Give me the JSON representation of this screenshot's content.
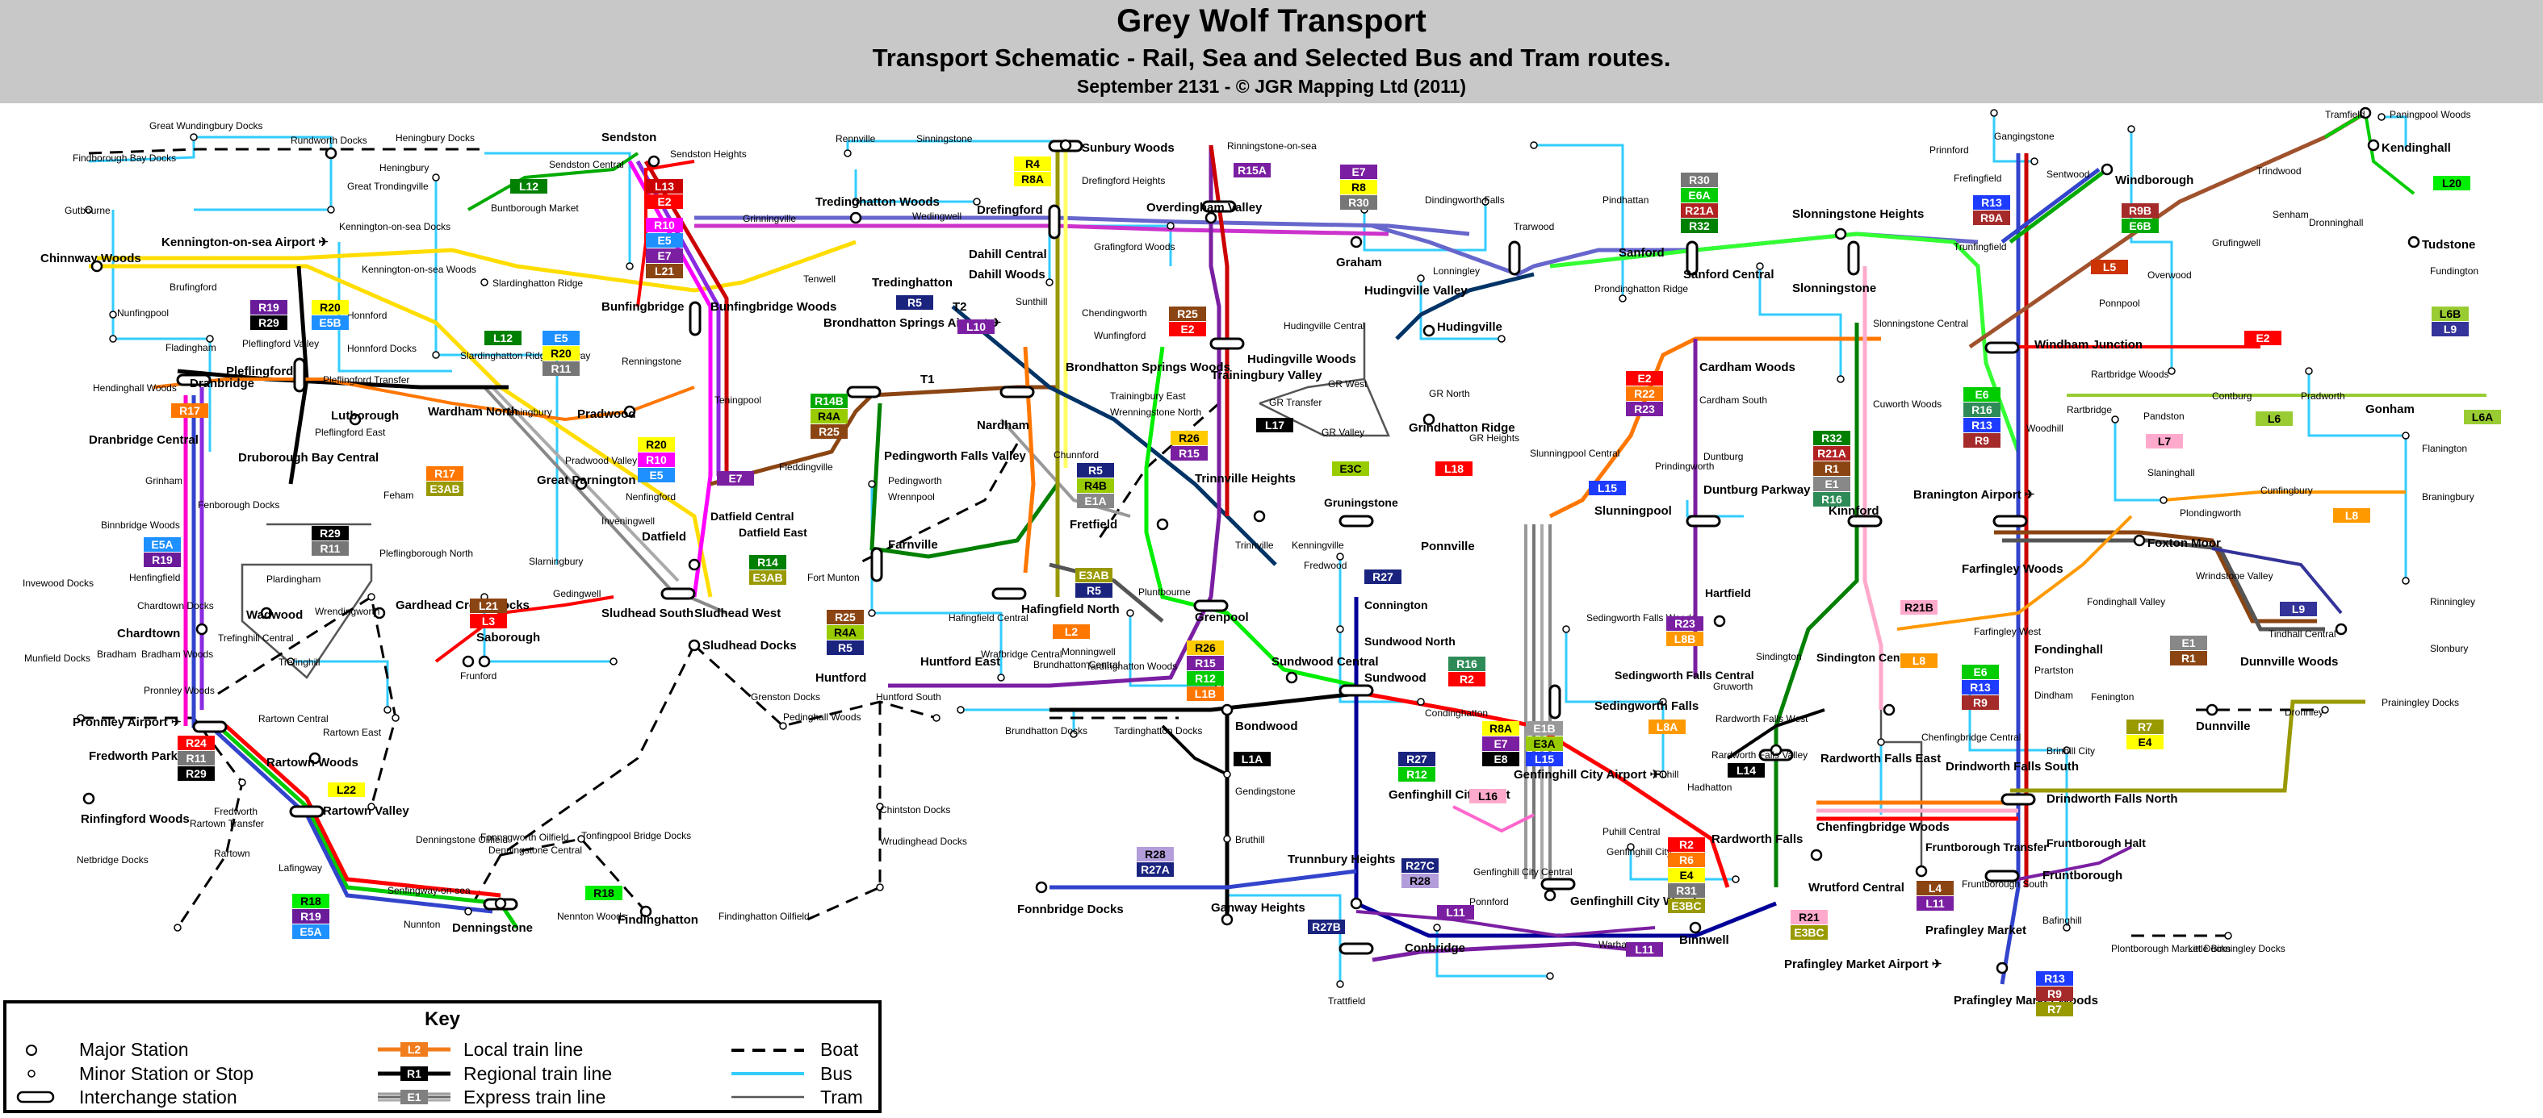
{
  "header": {
    "title": "Grey Wolf Transport",
    "subtitle": "Transport Schematic - Rail, Sea and Selected Bus and Tram routes.",
    "credit": "September 2131 - © JGR Mapping Ltd (2011)"
  },
  "colors": {
    "header_bg": "#c8c8c8",
    "local": "#f07c1c",
    "regional": "#000000",
    "express": "#808080",
    "bus": "#33ccff",
    "tram": "#555555",
    "boat": "#000000"
  },
  "stations_major": [
    "Chinnway Woods",
    "Kennington-on-sea Airport ✈",
    "Pleflingford",
    "Dranbridge",
    "Dranbridge Central",
    "Sendston",
    "Bunfingbridge",
    "Bunfingbridge Woods",
    "Tredinghatton Woods",
    "Tredinghatton",
    "Drefingford",
    "Dahill Central",
    "Dahill Woods",
    "Overdingham Valley",
    "Sunbury Woods",
    "Brondhatton Springs Airport ✈",
    "T1",
    "T2",
    "Brondhatton Springs Woods",
    "Nardham",
    "Pedingworth Falls Valley",
    "Trainingbury Valley",
    "Hudingville Woods",
    "Hudingville Valley",
    "Hudingville",
    "Graham",
    "Sanford",
    "Sanford Central",
    "Slonningstone Heights",
    "Slonningstone",
    "Windham Junction",
    "Windborough",
    "Kendinghall",
    "Tudstone",
    "Gonham",
    "Cardham Woods",
    "Grindhatton Ridge",
    "Slunningpool",
    "Duntburg Parkway",
    "Branington Airport ✈",
    "Kinnford",
    "Foxton Moor",
    "Farfingley Woods",
    "Fondinghall",
    "Dunnville Woods",
    "Dunnville",
    "Sludhead West",
    "Sludhead South",
    "Sludhead Docks",
    "Farnville",
    "Huntford",
    "Huntford East",
    "Hafingfield North",
    "Fretfield",
    "Trinnville Heights",
    "Grenpool",
    "Ponnville",
    "Sundwood Central",
    "Sundwood",
    "Bondwood",
    "Sedingworth Falls",
    "Rardworth Falls East",
    "Rardworth Falls",
    "Drindworth Falls South",
    "Drindworth Falls North",
    "Chenfingbridge Woods",
    "Wrutford Central",
    "Fruntborough",
    "Prafingley Market",
    "Prafingley Market Woods",
    "Prafingley Market Airport ✈",
    "Genfinghill City Airport ✈",
    "Genfinghill City Woods",
    "Genfinghill City West",
    "Trunnbury Heights",
    "Conbridge",
    "Binnwell",
    "Ganway Heights",
    "Fonnbridge Docks",
    "Findinghatton",
    "Denningstone",
    "Rartown Woods",
    "Rartown Valley",
    "Rinfingford Woods",
    "Fredworth Parkway",
    "Pronnley Airport ✈",
    "Chardtown",
    "Wadwood",
    "Gardhead Cross Docks",
    "Saborough",
    "Wardham North",
    "Lutborough",
    "Pradwood",
    "Druborough Bay Central",
    "Great Parnington",
    "Datfield"
  ],
  "stations_minor": [
    "Great Wundingbury Docks",
    "Rundworth Docks",
    "Heningbury Docks",
    "Findborough Bay Docks",
    "Gutbourne",
    "Kennington-on-sea Docks",
    "Kennington-on-sea Woods",
    "Heningbury",
    "Great Trondingville",
    "Buntborough Market",
    "Sendston Central",
    "Sendston Heights",
    "Slardinghatton Ridge",
    "Slardinghatton Ridge Parkway",
    "Honnford",
    "Honnford Docks",
    "Pleflingford Transfer",
    "Nunfingpool",
    "Brufingford",
    "Fladingham",
    "Hendinghall Woods",
    "Pleflingford Valley",
    "Pleflingford East",
    "Teningbury",
    "Renningstone",
    "Teningpool",
    "Grinningville",
    "Wedingwell",
    "Tenwell",
    "Rennville",
    "Sinningstone",
    "Drefingford Heights",
    "Grafingford Woods",
    "Sunthill",
    "Chendingworth",
    "Wunfingford",
    "Rinningstone-on-sea",
    "Dindingworth Falls",
    "Trarwood",
    "Pindhattan",
    "Lonningley",
    "Prondinghatton Ridge",
    "Tramfield",
    "Paningpool Woods",
    "Gangingstone",
    "Prinnford",
    "Sentwood",
    "Frefingfield",
    "Trunfingfield",
    "Trindwood",
    "Senham",
    "Dronninghall",
    "Grufingwell",
    "Overwood",
    "Ponnpool",
    "Fundington",
    "Rartbridge Woods",
    "Rartbridge",
    "Pandston",
    "Contburg",
    "Pradworth",
    "Woodhill",
    "Flanington",
    "Braningbury",
    "Slaninghall",
    "Cunfingbury",
    "Plondingworth",
    "Wrindstone Valley",
    "Rinningley",
    "Tindhall Central",
    "Slonbury",
    "Prainingley Docks",
    "Dronnley",
    "Fenington",
    "Dindham",
    "Prartston",
    "Brinhill City",
    "Fondinghall Valley",
    "Farfingley West",
    "Slonningstone Central",
    "Cuworth Woods",
    "Cardham South",
    "Duntburg",
    "Slunningpool Central",
    "Prindingworth",
    "GR North",
    "GR West",
    "GR Transfer",
    "GR Valley",
    "GR Heights",
    "Hudingville Central",
    "Trainingbury East",
    "Wrenningstone North",
    "Fleddingville",
    "Wrennpool",
    "Chunnford",
    "Pedingworth",
    "Trinnville",
    "Kenningville",
    "Fredwood",
    "Gruningstone",
    "Connington",
    "Sundwood North",
    "Condinghatton",
    "Sedingworth Falls Woods",
    "Sedingworth Falls Central",
    "Gruworth",
    "Sindington",
    "Sindington Central",
    "Hartfield",
    "Rardworth Falls West",
    "Rardworth Falls Valley",
    "Hadhatton",
    "Puhill",
    "Puhill Central",
    "Genfinghill City",
    "Genfinghill City Central",
    "Ponnford",
    "Warham",
    "Chenfingbridge Central",
    "Fruntborough Halt",
    "Fruntborough Transfer",
    "Fruntborough South",
    "Bafinghill",
    "Plontborough Market Docks",
    "Little Binningley Docks",
    "Gendingstone",
    "Bruthill",
    "Trattfield",
    "Chintston Docks",
    "Wrudinghead Docks",
    "Fonnsgworth Oilfield",
    "Findinghatton Oilfield",
    "Nennton Woods",
    "Tonfingpool Bridge Docks",
    "Denningstone Central",
    "Denningstone Oilfield",
    "Senfingway-on-sea",
    "Nunnton",
    "Lafingway",
    "Rartown",
    "Rartown Transfer",
    "Fredworth",
    "Netbridge Docks",
    "Rartown East",
    "Rartown Central",
    "Pronnley Woods",
    "Trefinghill",
    "Trefinghill Central",
    "Munfield Docks",
    "Bradham",
    "Bradham Woods",
    "Invewood Docks",
    "Chardtown Docks",
    "Binnbridge Woods",
    "Henfingfield",
    "Grinham",
    "Fenborough Docks",
    "Pleflingborough North",
    "Feham",
    "Plardingham",
    "Wrendingworth",
    "Slarningbury",
    "Frunford",
    "Gedingwell",
    "Pradwood Valley",
    "Nenfingford",
    "Inveningwell",
    "Datfield Central",
    "Datfield East",
    "Fort Munton",
    "Grenston Docks",
    "Pedinghall Woods",
    "Huntford South",
    "Hafingfield Central",
    "Wrafbridge Central",
    "Brundhatton Central",
    "Brundhatton Docks",
    "Monningwell",
    "Tardinghatton Woods",
    "Tardinghatton Docks",
    "Pluntbourne"
  ],
  "routes": {
    "bus_badges": [
      {
        "stack": [
          "R15A"
        ]
      },
      {
        "stack": [
          "E7",
          "R8",
          "R30"
        ]
      },
      {
        "stack": [
          "R30",
          "E6A",
          "R21A",
          "R32"
        ]
      },
      {
        "stack": [
          "R4",
          "R8A"
        ]
      },
      {
        "stack": [
          "L13",
          "E2"
        ]
      },
      {
        "stack": [
          "R10",
          "E5",
          "E7",
          "L21"
        ]
      },
      {
        "stack": [
          "L12"
        ]
      },
      {
        "stack": [
          "R19",
          "R29"
        ]
      },
      {
        "stack": [
          "R20",
          "E5B"
        ]
      },
      {
        "stack": [
          "E5",
          "R20",
          "R11"
        ]
      },
      {
        "stack": [
          "L12"
        ]
      },
      {
        "stack": [
          "R5"
        ]
      },
      {
        "stack": [
          "L10"
        ]
      },
      {
        "stack": [
          "R25",
          "E2"
        ]
      },
      {
        "stack": [
          "R14B",
          "R4A",
          "R25"
        ]
      },
      {
        "stack": [
          "R20",
          "R10",
          "E5"
        ]
      },
      {
        "stack": [
          "E7"
        ]
      },
      {
        "stack": [
          "R17",
          "E3AB"
        ]
      },
      {
        "stack": [
          "R17"
        ]
      },
      {
        "stack": [
          "R29",
          "R11"
        ]
      },
      {
        "stack": [
          "E5A",
          "R19"
        ]
      },
      {
        "stack": [
          "L21",
          "L3"
        ]
      },
      {
        "stack": [
          "R14",
          "E3AB"
        ]
      },
      {
        "stack": [
          "R25",
          "R4A",
          "R5"
        ]
      },
      {
        "stack": [
          "R5",
          "R4B",
          "E1A"
        ]
      },
      {
        "stack": [
          "R26",
          "R15"
        ]
      },
      {
        "stack": [
          "L17"
        ]
      },
      {
        "stack": [
          "E3C"
        ]
      },
      {
        "stack": [
          "L18"
        ]
      },
      {
        "stack": [
          "E2",
          "R22",
          "R23"
        ]
      },
      {
        "stack": [
          "L15"
        ]
      },
      {
        "stack": [
          "E3AB",
          "R5"
        ]
      },
      {
        "stack": [
          "L2"
        ]
      },
      {
        "stack": [
          "R26",
          "R15",
          "R12",
          "L1B"
        ]
      },
      {
        "stack": [
          "R27"
        ]
      },
      {
        "stack": [
          "R16",
          "R2"
        ]
      },
      {
        "stack": [
          "R23",
          "L8B"
        ]
      },
      {
        "stack": [
          "R32",
          "R21A",
          "R1",
          "E1",
          "R16"
        ]
      },
      {
        "stack": [
          "R13",
          "R9A"
        ]
      },
      {
        "stack": [
          "R9B",
          "E6B"
        ]
      },
      {
        "stack": [
          "L5"
        ]
      },
      {
        "stack": [
          "E2"
        ]
      },
      {
        "stack": [
          "E6",
          "R16",
          "R13",
          "R9"
        ]
      },
      {
        "stack": [
          "L7"
        ]
      },
      {
        "stack": [
          "L6"
        ]
      },
      {
        "stack": [
          "L6A"
        ]
      },
      {
        "stack": [
          "L6B",
          "L9"
        ]
      },
      {
        "stack": [
          "L20"
        ]
      },
      {
        "stack": [
          "L8"
        ]
      },
      {
        "stack": [
          "L9"
        ]
      },
      {
        "stack": [
          "E1",
          "R1"
        ]
      },
      {
        "stack": [
          "R21B"
        ]
      },
      {
        "stack": [
          "L8"
        ]
      },
      {
        "stack": [
          "E6",
          "R13",
          "R9"
        ]
      },
      {
        "stack": [
          "R7",
          "E4"
        ]
      },
      {
        "stack": [
          "L8A"
        ]
      },
      {
        "stack": [
          "L14"
        ]
      },
      {
        "stack": [
          "R8A",
          "E7",
          "E8"
        ]
      },
      {
        "stack": [
          "E1B",
          "E3A",
          "L15"
        ]
      },
      {
        "stack": [
          "R27",
          "R12"
        ]
      },
      {
        "stack": [
          "L1A"
        ]
      },
      {
        "stack": [
          "L16"
        ]
      },
      {
        "stack": [
          "R2",
          "R6",
          "E4",
          "R31",
          "E3BC"
        ]
      },
      {
        "stack": [
          "R27C",
          "R28"
        ]
      },
      {
        "stack": [
          "L11"
        ]
      },
      {
        "stack": [
          "L11"
        ]
      },
      {
        "stack": [
          "R27B"
        ]
      },
      {
        "stack": [
          "R28",
          "R27A"
        ]
      },
      {
        "stack": [
          "R24",
          "R11",
          "R29"
        ]
      },
      {
        "stack": [
          "L22"
        ]
      },
      {
        "stack": [
          "R18",
          "R19",
          "E5A"
        ]
      },
      {
        "stack": [
          "R18"
        ]
      },
      {
        "stack": [
          "L4",
          "L11"
        ]
      },
      {
        "stack": [
          "R21",
          "E3BC"
        ]
      },
      {
        "stack": [
          "R13",
          "R9",
          "R7"
        ]
      }
    ]
  },
  "key": {
    "title": "Key",
    "major_station": "Major Station",
    "minor_station": "Minor Station or Stop",
    "interchange": "Interchange station",
    "local_line": "Local train line",
    "local_sample": "L2",
    "regional_line": "Regional train line",
    "regional_sample": "R1",
    "express_line": "Express train line",
    "express_sample": "E1",
    "boat": "Boat",
    "bus": "Bus",
    "tram": "Tram"
  }
}
